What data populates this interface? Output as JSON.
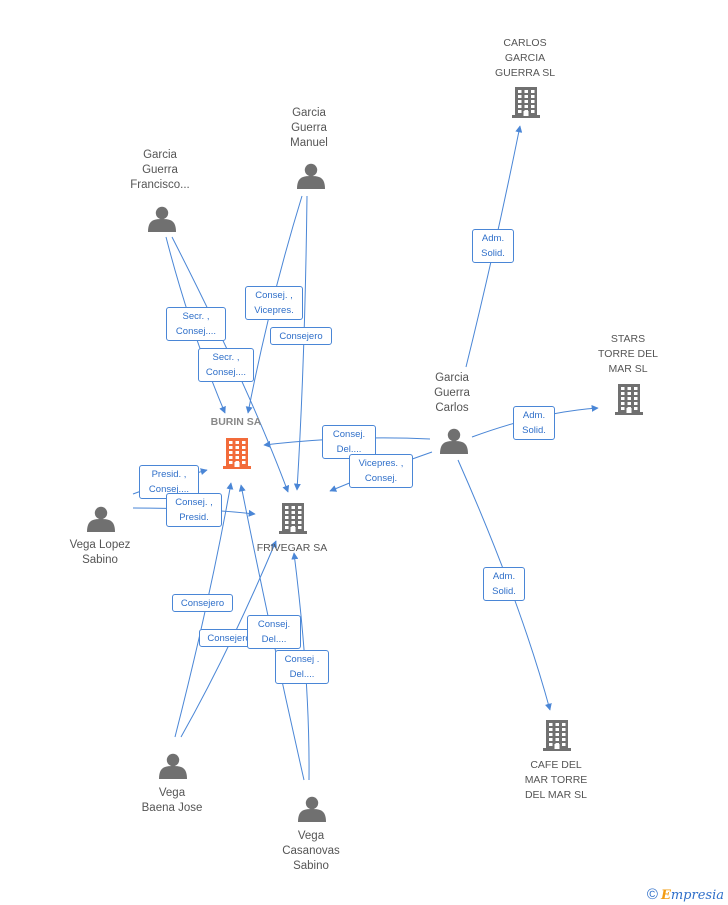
{
  "nodes": {
    "carlos_garcia_guerra_sl": {
      "label": "CARLOS\nGARCIA\nGUERRA SL",
      "type": "company"
    },
    "stars_torre": {
      "label": "STARS\nTORRE DEL\nMAR  SL",
      "type": "company"
    },
    "cafe_del_mar": {
      "label": "CAFE DEL\nMAR TORRE\nDEL MAR  SL",
      "type": "company"
    },
    "burin": {
      "label": "BURIN SA",
      "type": "company-main"
    },
    "frivegar": {
      "label": "FRIVEGAR SA",
      "type": "company"
    },
    "garcia_guerra_manuel": {
      "label": "Garcia\nGuerra\nManuel",
      "type": "person"
    },
    "garcia_guerra_francisco": {
      "label": "Garcia\nGuerra\nFrancisco...",
      "type": "person"
    },
    "garcia_guerra_carlos": {
      "label": "Garcia\nGuerra\nCarlos",
      "type": "person"
    },
    "vega_lopez_sabino": {
      "label": "Vega Lopez\nSabino",
      "type": "person"
    },
    "vega_baena_jose": {
      "label": "Vega\nBaena Jose",
      "type": "person"
    },
    "vega_casanovas_sabino": {
      "label": "Vega\nCasanovas\nSabino",
      "type": "person"
    }
  },
  "edges": [
    {
      "from": "garcia_guerra_carlos",
      "to": "carlos_garcia_guerra_sl",
      "label": "Adm.\nSolid."
    },
    {
      "from": "garcia_guerra_carlos",
      "to": "stars_torre",
      "label": "Adm.\nSolid."
    },
    {
      "from": "garcia_guerra_carlos",
      "to": "cafe_del_mar",
      "label": "Adm.\nSolid."
    },
    {
      "from": "garcia_guerra_carlos",
      "to": "burin",
      "label": "Consej.\nDel...."
    },
    {
      "from": "garcia_guerra_carlos",
      "to": "frivegar",
      "label": "Vicepres. ,\nConsej."
    },
    {
      "from": "garcia_guerra_manuel",
      "to": "burin",
      "label": "Consej. ,\nVicepres."
    },
    {
      "from": "garcia_guerra_manuel",
      "to": "frivegar",
      "label": "Consejero"
    },
    {
      "from": "garcia_guerra_francisco",
      "to": "burin",
      "label": "Secr. ,\nConsej...."
    },
    {
      "from": "garcia_guerra_francisco",
      "to": "frivegar",
      "label": "Secr. ,\nConsej...."
    },
    {
      "from": "vega_lopez_sabino",
      "to": "burin",
      "label": "Presid. ,\nConsej...."
    },
    {
      "from": "vega_lopez_sabino",
      "to": "frivegar",
      "label": "Consej. ,\nPresid."
    },
    {
      "from": "vega_baena_jose",
      "to": "burin",
      "label": "Consejero"
    },
    {
      "from": "vega_baena_jose",
      "to": "frivegar",
      "label": "Consejero"
    },
    {
      "from": "vega_casanovas_sabino",
      "to": "burin",
      "label": "Consej.\nDel...."
    },
    {
      "from": "vega_casanovas_sabino",
      "to": "frivegar",
      "label": "Consej .\nDel...."
    }
  ],
  "colors": {
    "edge": "#4a86d6",
    "icon": "#707070",
    "main_company": "#f26b3a"
  },
  "brand": {
    "copyright": "©",
    "first_letter": "E",
    "rest": "mpresia"
  }
}
